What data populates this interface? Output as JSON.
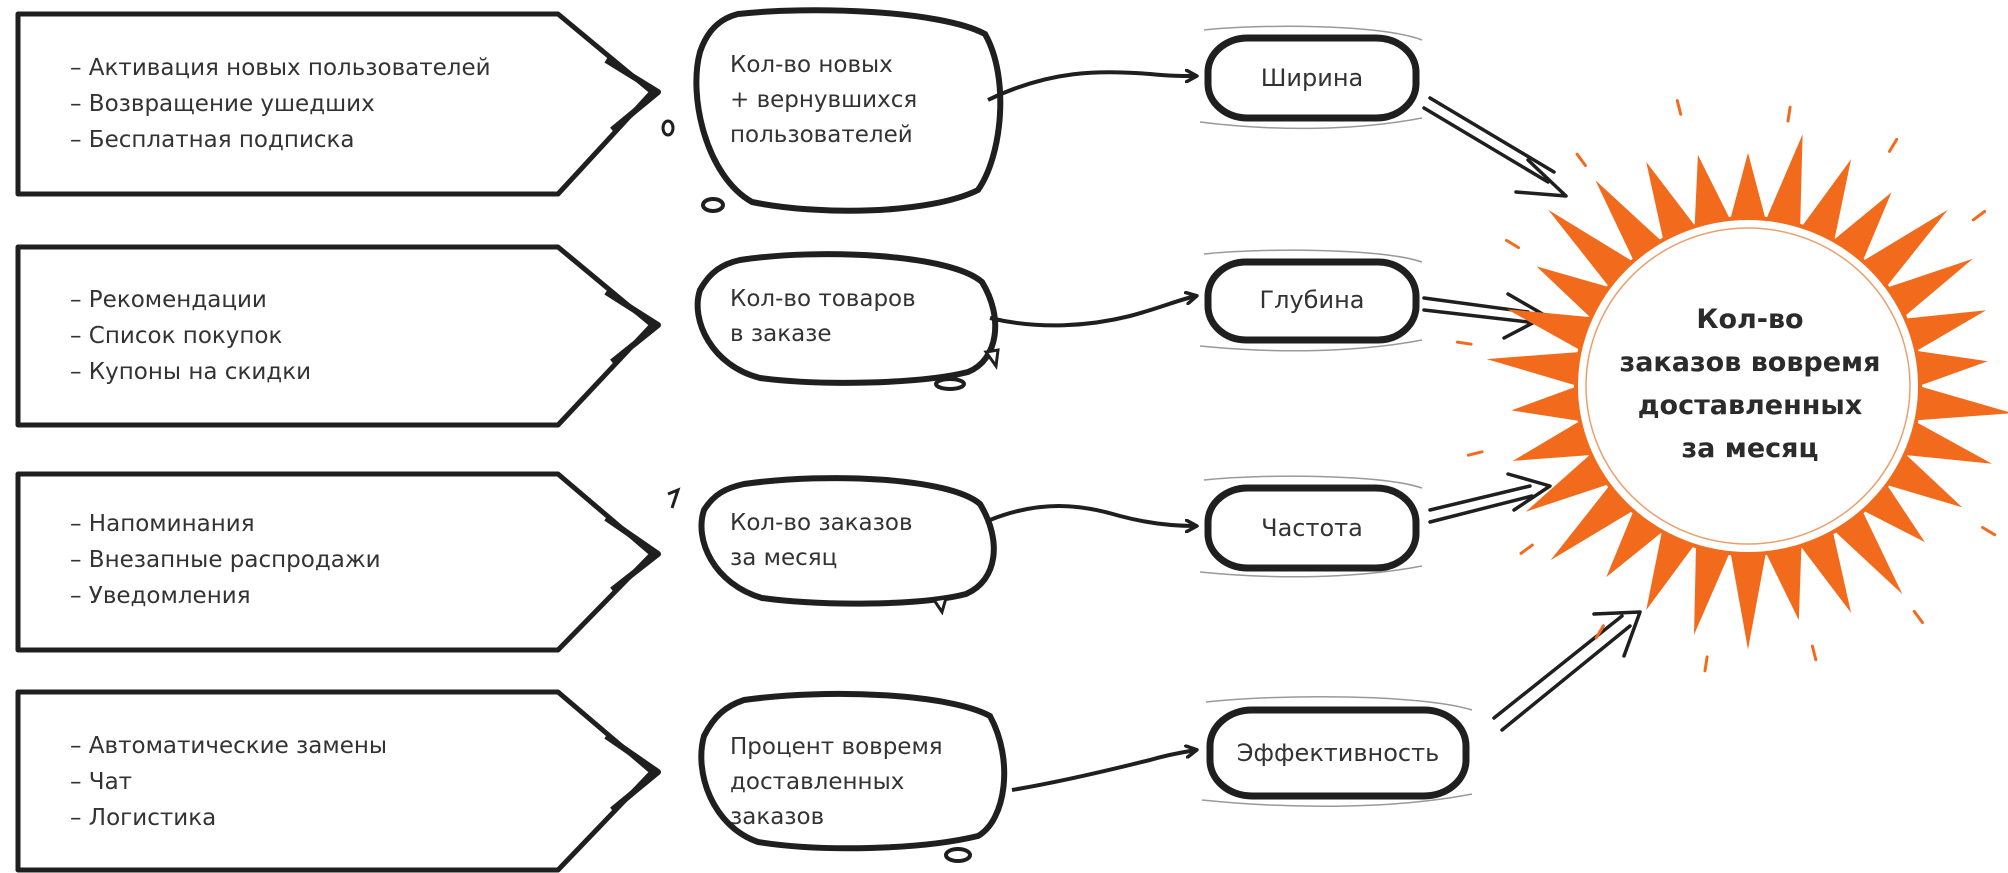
{
  "rows": [
    {
      "tactics": [
        "– Активация новых пользователей",
        "– Возвращение ушедших",
        "– Бесплатная подписка"
      ],
      "metric": "Кол-во новых\n+ вернувшихся\nпользователей",
      "dimension": "Ширина"
    },
    {
      "tactics": [
        "– Рекомендации",
        "– Список покупок",
        "– Купоны на скидки"
      ],
      "metric": "Кол-во товаров\nв заказе",
      "dimension": "Глубина"
    },
    {
      "tactics": [
        "– Напоминания",
        "– Внезапные распродажи",
        "– Уведомления"
      ],
      "metric": "Кол-во заказов\nза месяц",
      "dimension": "Частота"
    },
    {
      "tactics": [
        "– Автоматические замены",
        "– Чат",
        "– Логистика"
      ],
      "metric": "Процент вовремя\nдоставленных\nзаказов",
      "dimension": "Эффективность"
    }
  ],
  "goal": "Кол-во\nзаказов вовремя\nдоставленных\nза месяц",
  "colors": {
    "ink": "#1f1f1f",
    "text": "#333333",
    "goal_burst": "#f26b1d",
    "background": "#ffffff"
  }
}
